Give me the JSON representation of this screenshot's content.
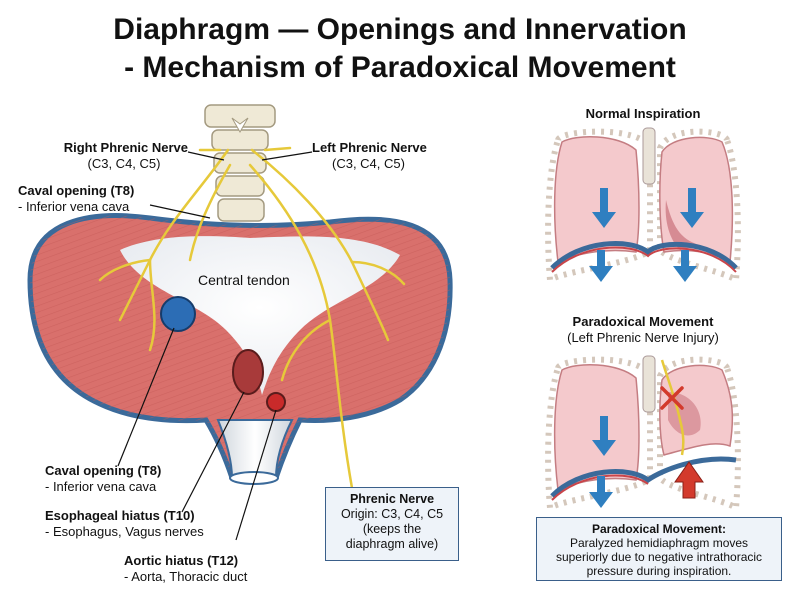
{
  "title": {
    "line1": "Diaphragm — Openings and Innervation",
    "line2": "- Mechanism of Paradoxical Movement"
  },
  "labels": {
    "right_phrenic": {
      "name": "Right Phrenic Nerve",
      "roots": "(C3, C4, C5)"
    },
    "left_phrenic": {
      "name": "Left Phrenic Nerve",
      "roots": "(C3, C4, C5)"
    },
    "caval_top": {
      "name": "Caval opening (T8)",
      "detail": "- Inferior vena cava"
    },
    "central_tendon": "Central tendon",
    "caval_bottom": {
      "name": "Caval opening (T8)",
      "detail": "- Inferior vena cava"
    },
    "esophageal": {
      "name": "Esophageal hiatus (T10)",
      "detail": "- Esophagus, Vagus nerves"
    },
    "aortic": {
      "name": "Aortic hiatus (T12)",
      "detail": "- Aorta, Thoracic duct"
    }
  },
  "phrenic_box": {
    "title": "Phrenic Nerve",
    "line1": "Origin: C3, C4, C5",
    "line2": "(keeps the",
    "line3": "diaphragm alive)"
  },
  "panels": {
    "normal": {
      "title": "Normal Inspiration"
    },
    "paradoxical": {
      "title": "Paradoxical Movement",
      "subtitle": "(Left Phrenic Nerve Injury)"
    }
  },
  "paradox_box": {
    "title": "Paradoxical Movement:",
    "line1": "Paralyzed hemidiaphragm moves",
    "line2": "superiorly due to negative intrathoracic",
    "line3": "pressure during inspiration."
  },
  "colors": {
    "muscle": "#d9706c",
    "tendon": "#f4f4f6",
    "outline": "#3b6a9a",
    "nerve": "#e6c93a",
    "ivc": "#2c6db5",
    "esophagus": "#a83a3a",
    "aorta": "#c92a2a",
    "lung": "#f4c9cc",
    "arrow_down": "#2f7fc0",
    "arrow_up": "#d33a2c"
  }
}
